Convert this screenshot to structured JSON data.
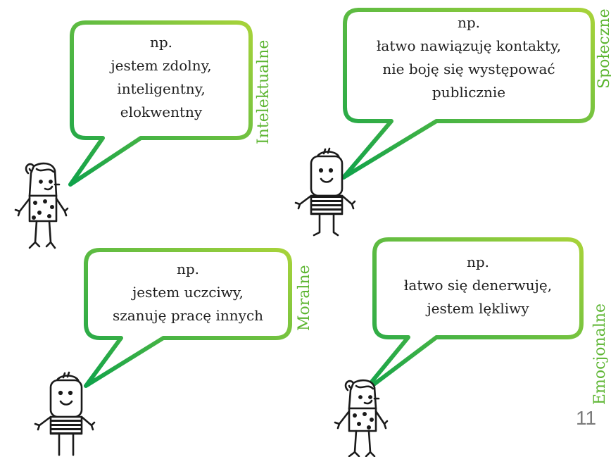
{
  "bubbles": [
    {
      "category": "Intelektualne",
      "lines": [
        "np.",
        "jestem zdolny,",
        "inteligentny,",
        "elokwentny"
      ]
    },
    {
      "category": "Społeczne",
      "lines": [
        "np.",
        "łatwo nawiązuję kontakty,",
        "nie boję się występować",
        "publicznie"
      ]
    },
    {
      "category": "Moralne",
      "lines": [
        "np.",
        "jestem uczciwy,",
        "szanuję pracę innych"
      ]
    },
    {
      "category": "Emocjonalne",
      "lines": [
        "np.",
        "łatwo się denerwuję,",
        "jestem lękliwy"
      ]
    }
  ],
  "page_number": "11",
  "colors": {
    "gradient_dark": "#0fa24a",
    "gradient_light": "#a8d33a",
    "label": "#5cb531",
    "text": "#1f1f1f"
  }
}
